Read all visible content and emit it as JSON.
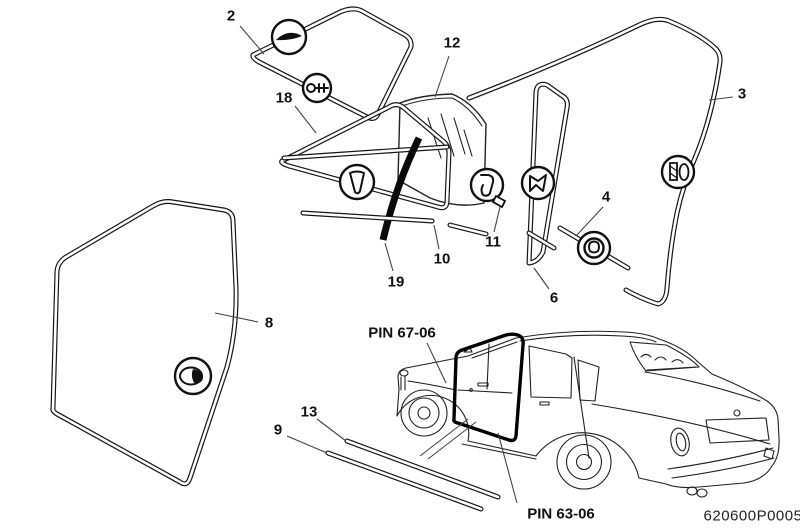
{
  "diagram": {
    "doc_code": "620600P0005",
    "callouts": {
      "c2": "2",
      "c3": "3",
      "c4": "4",
      "c6": "6",
      "c8": "8",
      "c9": "9",
      "c10": "10",
      "c11": "11",
      "c12": "12",
      "c13": "13",
      "c18": "18",
      "c19": "19"
    },
    "pin_labels": {
      "pin67": "PIN 67-06",
      "pin63": "PIN 63-06"
    },
    "colors": {
      "line": "#1a1a1a",
      "background": "#ffffff",
      "seal_highlight": "#000000"
    },
    "icons": [
      "seal-section-blade-icon",
      "seal-section-bulb-pins-icon",
      "seal-section-channel-icon",
      "seal-section-flap-icon",
      "seal-section-wing-icon",
      "seal-section-grommet-icon",
      "seal-section-flange-icon",
      "seal-section-bulb-icon"
    ]
  }
}
